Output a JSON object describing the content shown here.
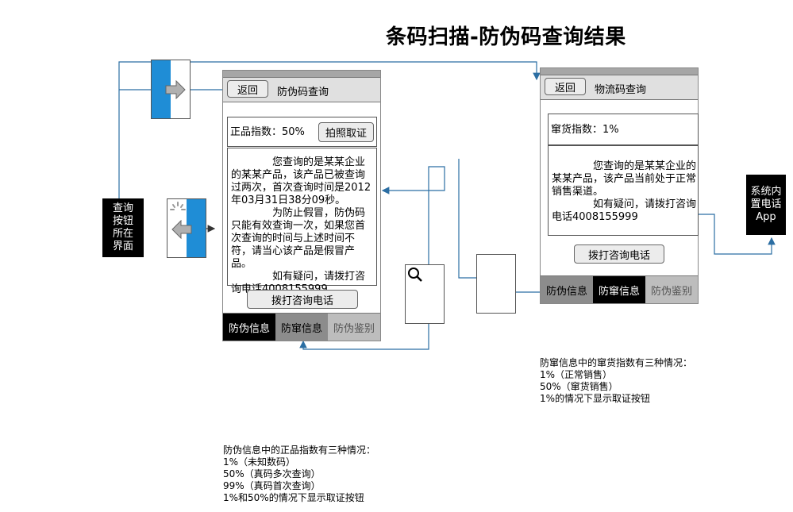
{
  "title": "条码扫描-防伪码查询结果",
  "query_screen": {
    "back_label": "返回",
    "header_title": "防伪码查询",
    "index_text": "正品指数：50%",
    "evidence_button": "拍照取证",
    "body_p1": "您查询的是某某企业的某某产品，该产品已被查询过两次，首次查询时间是2012年03月31日38分09秒。",
    "body_p2": "为防止假冒，防伪码只能有效查询一次，如果您首次查询的时间与上述时间不符，请当心该产品是假冒产品。",
    "body_p3": "如有疑问，请拨打咨询电话4008155999",
    "call_button": "拨打咨询电话",
    "tabs": [
      "防伪信息",
      "防窜信息",
      "防伪鉴别"
    ]
  },
  "logistics_screen": {
    "back_label": "返回",
    "header_title": "物流码查询",
    "index_text": "窜货指数：1%",
    "body_p1": "您查询的是某某企业的某某产品，该产品当前处于正常销售渠道。",
    "body_p2": "如有疑问，请拨打咨询电话4008155999",
    "call_button": "拨打咨询电话",
    "tabs": [
      "防伪信息",
      "防窜信息",
      "防伪鉴别"
    ]
  },
  "query_entry_label": "查询\n按钮\n所在\n界面",
  "system_app_label": "系统内\n置电话\nApp",
  "note_anti_diversion": [
    "防窜信息中的窜货指数有三种情况：",
    "1%（正常销售）",
    "50%（窜货销售）",
    "1%的情况下显示取证按钮"
  ],
  "note_anti_fake": [
    "防伪信息中的正品指数有三种情况：",
    "1%（未知数码）",
    "50%（真码多次查询）",
    "99%（真码首次查询）",
    "1%和50%的情况下显示取证按钮"
  ],
  "colors": {
    "accent": "#1f8dd6",
    "wire": "#2b6ea3",
    "tab_active": "#000000",
    "tab_mid": "#8c8c8c",
    "tab_light": "#bdbdbd"
  },
  "icons": [
    "right-arrow-icon",
    "left-arrow-icon",
    "loading-spinner-icon",
    "magnifier-icon"
  ]
}
